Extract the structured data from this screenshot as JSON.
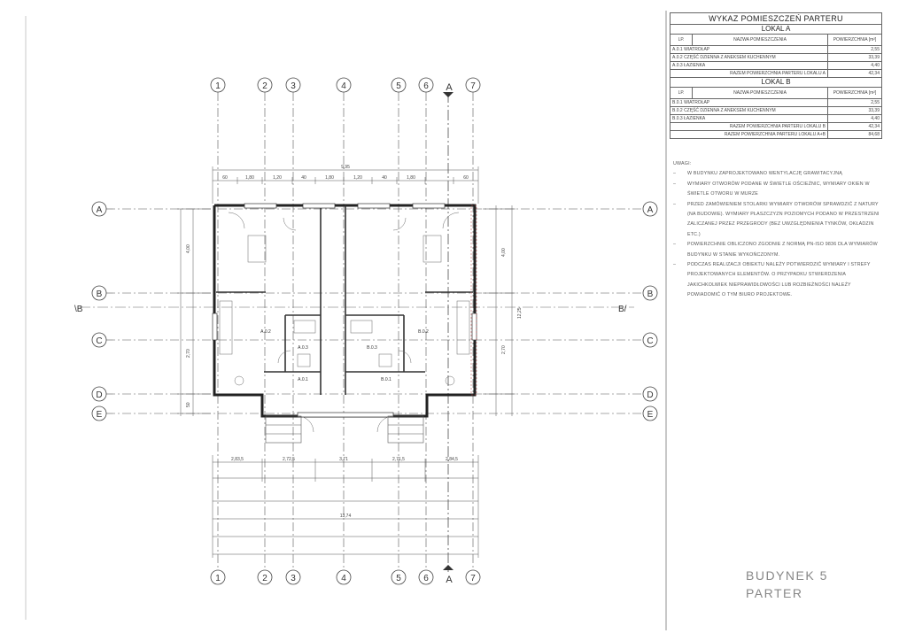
{
  "rooms_table": {
    "title": "WYKAZ POMIESZCZEŃ PARTERU",
    "col_lp": "LP.",
    "col_name": "NAZWA POMIESZCZENIA",
    "col_area": "POWIERZCHNIA [m²]",
    "lokal_a": {
      "label": "LOKAL A",
      "rows": [
        {
          "name": "A.0.1 WIATROŁAP",
          "area": "2,55"
        },
        {
          "name": "A.0.2 CZĘŚĆ DZIENNA Z ANEKSEM KUCHENNYM",
          "area": "33,39"
        },
        {
          "name": "A.0.3 ŁAZIENKA",
          "area": "4,40"
        }
      ],
      "total_label": "RAZEM POWIERZCHNIA PARTERU LOKALU A",
      "total_value": "42,34"
    },
    "lokal_b": {
      "label": "LOKAL B",
      "rows": [
        {
          "name": "B.0.1 WIATROŁAP",
          "area": "2,55"
        },
        {
          "name": "B.0.2 CZĘŚĆ DZIENNA Z ANEKSEM KUCHENNYM",
          "area": "33,39"
        },
        {
          "name": "B.0.3 ŁAZIENKA",
          "area": "4,40"
        }
      ],
      "total_label": "RAZEM POWIERZCHNIA PARTERU LOKALU B",
      "total_value": "42,34",
      "grand_label": "RAZEM POWIERZCHNIA PARTERU LOKALU A+B",
      "grand_value": "84,68"
    }
  },
  "notes": {
    "header": "UWAGI:",
    "items": [
      "W BUDYNKU ZAPROJEKTOWANO WENTYLACJĘ GRAWITACYJNĄ",
      "WYMIARY OTWORÓW PODANE W ŚWIETLE OŚCIEŻNIC, WYMIARY OKIEN W ŚWIETLE OTWORU W MURZE",
      "PRZED ZAMÓWIENIEM STOLARKI WYMIARY OTWORÓW SPRAWDZIĆ Z NATURY (NA BUDOWIE). WYMIARY PŁASZCZYZN POZIOMYCH PODANO W PRZESTRZENI ZALICZANEJ PRZEZ PRZEGRODY (BEZ UWZGLĘDNIENIA TYNKÓW, OKŁADZIN ETC.)",
      "POWIERZCHNIE OBLICZONO ZGODNIE Z NORMĄ PN-ISO 9836 DLA WYMIARÓW BUDYNKU W STANIE WYKOŃCZONYM.",
      "PODCZAS REALIZACJI OBIEKTU NALEŻY POTWIERDZIĆ WYMIARY I STREFY PROJEKTOWANYCH ELEMENTÓW. O PRZYPADKU STWIERDZENIA JAKICHKOLWIEK NIEPRAWIDŁOWOŚCI LUB ROZBIEŻNOŚCI NALEŻY POWIADOMIĆ O TYM BIURO PROJEKTOWE."
    ]
  },
  "stamp": {
    "line1": "BUDYNEK 5",
    "line2": "PARTER"
  },
  "plan": {
    "axes_numbers": [
      "1",
      "2",
      "3",
      "4",
      "5",
      "6",
      "7"
    ],
    "axis_a_marker": "A",
    "axes_letters": [
      "A",
      "B",
      "C",
      "D",
      "E"
    ],
    "section_left": "B",
    "section_right": "B",
    "dims_top_total": "9,95",
    "dims_top": [
      "60",
      "1,80",
      "1,20",
      "40",
      "1,80",
      "1,20",
      "40",
      "1,80",
      "60"
    ],
    "dims_bottom_1": [
      "2,83,5",
      "2,72,5",
      "3,71",
      "2,71,5",
      "2,84,5"
    ],
    "dims_bottom_total": "13,74",
    "dims_left": [
      "4,00",
      "2,70",
      "50"
    ],
    "dims_right": [
      "4,00",
      "2,70"
    ],
    "dims_right_total": "12,25",
    "room_labels": [
      "A.0.2",
      "B.0.2",
      "A.0.1",
      "B.0.1",
      "A.0.3",
      "B.0.3"
    ]
  }
}
